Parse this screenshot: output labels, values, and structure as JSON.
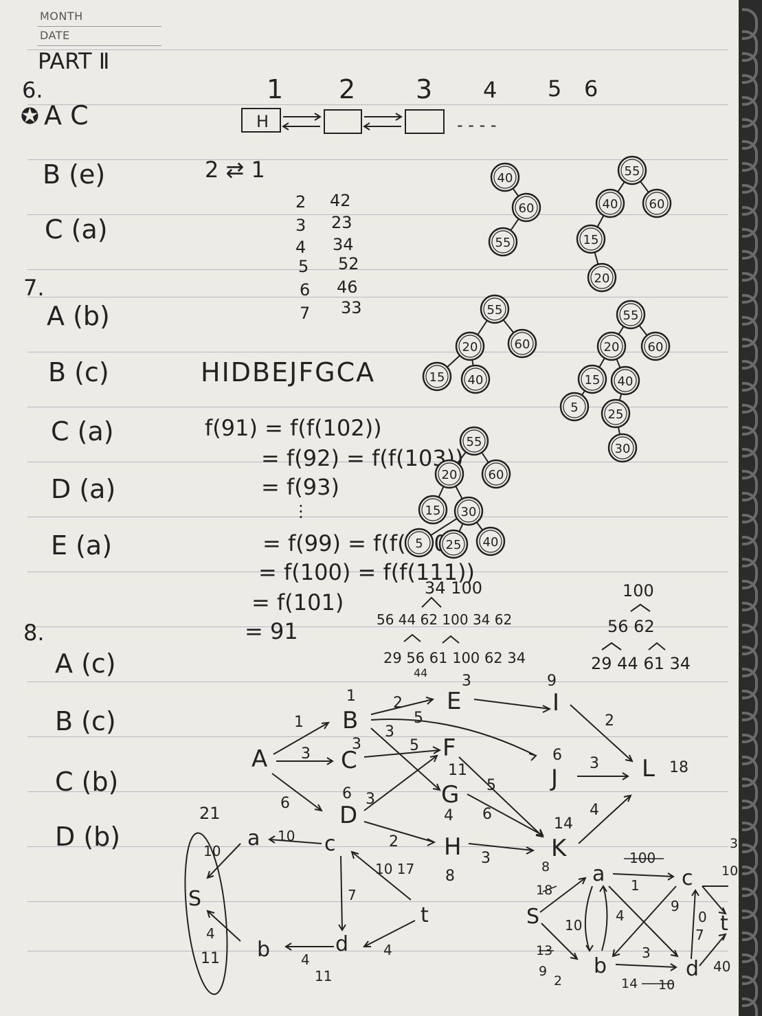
{
  "header": {
    "month_label": "MONTH",
    "date_label": "DATE",
    "part_title": "PART Ⅱ"
  },
  "q6": {
    "number": "6.",
    "columns": [
      "1",
      "2",
      "3",
      "4",
      "5",
      "6"
    ],
    "answers": [
      {
        "label": "A C",
        "mark": "✪"
      },
      {
        "label": "B (e)"
      },
      {
        "label": "C (a)"
      }
    ],
    "list_node_label": "H",
    "dots": "- - - -",
    "b_note": "2 ⇄ 1",
    "table": [
      [
        "2",
        "42"
      ],
      [
        "3",
        "23"
      ],
      [
        "4",
        "34"
      ],
      [
        "5",
        "52"
      ],
      [
        "6",
        "46"
      ],
      [
        "7",
        "33"
      ]
    ]
  },
  "q7": {
    "number": "7.",
    "answers": [
      "A (b)",
      "B (c)",
      "C (a)",
      "D (a)",
      "E (a)"
    ],
    "traversal": "HIDBEJFGCA",
    "work": [
      "f(91) = f(f(102))",
      "= f(92) = f(f(103))",
      "= f(93)",
      "⋮",
      "= f(99) = f(f(110))",
      "= f(100) = f(f(111))",
      "= f(101)",
      "= 91"
    ]
  },
  "q8": {
    "number": "8.",
    "answers": [
      "A (c)",
      "B (c)",
      "C (b)",
      "D (b)"
    ]
  },
  "trees": {
    "t1": [
      "40",
      "60",
      "55"
    ],
    "t2": [
      "55",
      "40",
      "60",
      "15",
      "20"
    ],
    "t3": [
      "55",
      "20",
      "60",
      "15",
      "40"
    ],
    "t4": [
      "55",
      "20",
      "60",
      "15",
      "40",
      "5",
      "25",
      "30"
    ],
    "t5": [
      "55",
      "20",
      "60",
      "15",
      "30",
      "5",
      "25",
      "40"
    ]
  },
  "heaps": {
    "h1_top": "34 100",
    "h1_mid": "56 44 62 100 34 62",
    "h1_bot": "29 56 61 100 62 34",
    "h1_bot_sub": "44",
    "h2_top": "100",
    "h2_mid": "56 62",
    "h2_bot": "29 44 61 34"
  },
  "graph1": {
    "nodes": [
      "A",
      "B",
      "C",
      "D",
      "E",
      "F",
      "G",
      "H",
      "I",
      "J",
      "K",
      "L"
    ],
    "dists": {
      "B": "1",
      "C": "3",
      "D": "6",
      "E": "3",
      "F": "11",
      "G": "4",
      "H": "8",
      "I": "9",
      "J": "6",
      "K": "14",
      "L": "18"
    },
    "weights": [
      "1",
      "3",
      "6",
      "2",
      "5",
      "3",
      "5",
      "3",
      "5",
      "6",
      "2",
      "3",
      "2",
      "3",
      "4"
    ]
  },
  "graph2": {
    "nodes": [
      "a",
      "c",
      "S",
      "b",
      "d",
      "t"
    ],
    "weights": [
      "10",
      "10",
      "4",
      "7",
      "4",
      "4",
      "11",
      "10 17"
    ],
    "side_labels": [
      "21",
      "11"
    ]
  },
  "graph3": {
    "nodes": [
      "S",
      "a",
      "c",
      "b",
      "d",
      "t"
    ],
    "weights": [
      "100",
      "1",
      "9",
      "10",
      "4",
      "3",
      "0",
      "7",
      "40"
    ],
    "labels": [
      "8",
      "18",
      "10",
      "3",
      "13",
      "9",
      "2",
      "14",
      "10"
    ]
  }
}
